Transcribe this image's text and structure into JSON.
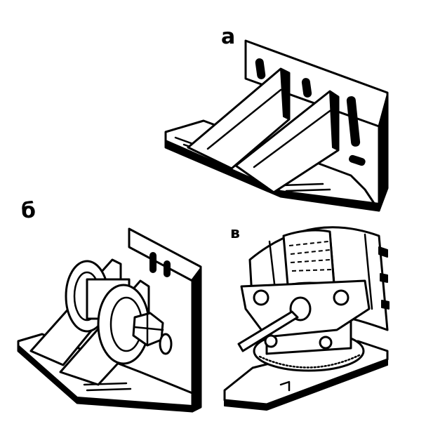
{
  "labels": {
    "a": "а",
    "b": "б",
    "v": "в"
  },
  "colors": {
    "ink": "#000000",
    "paper": "#ffffff"
  }
}
